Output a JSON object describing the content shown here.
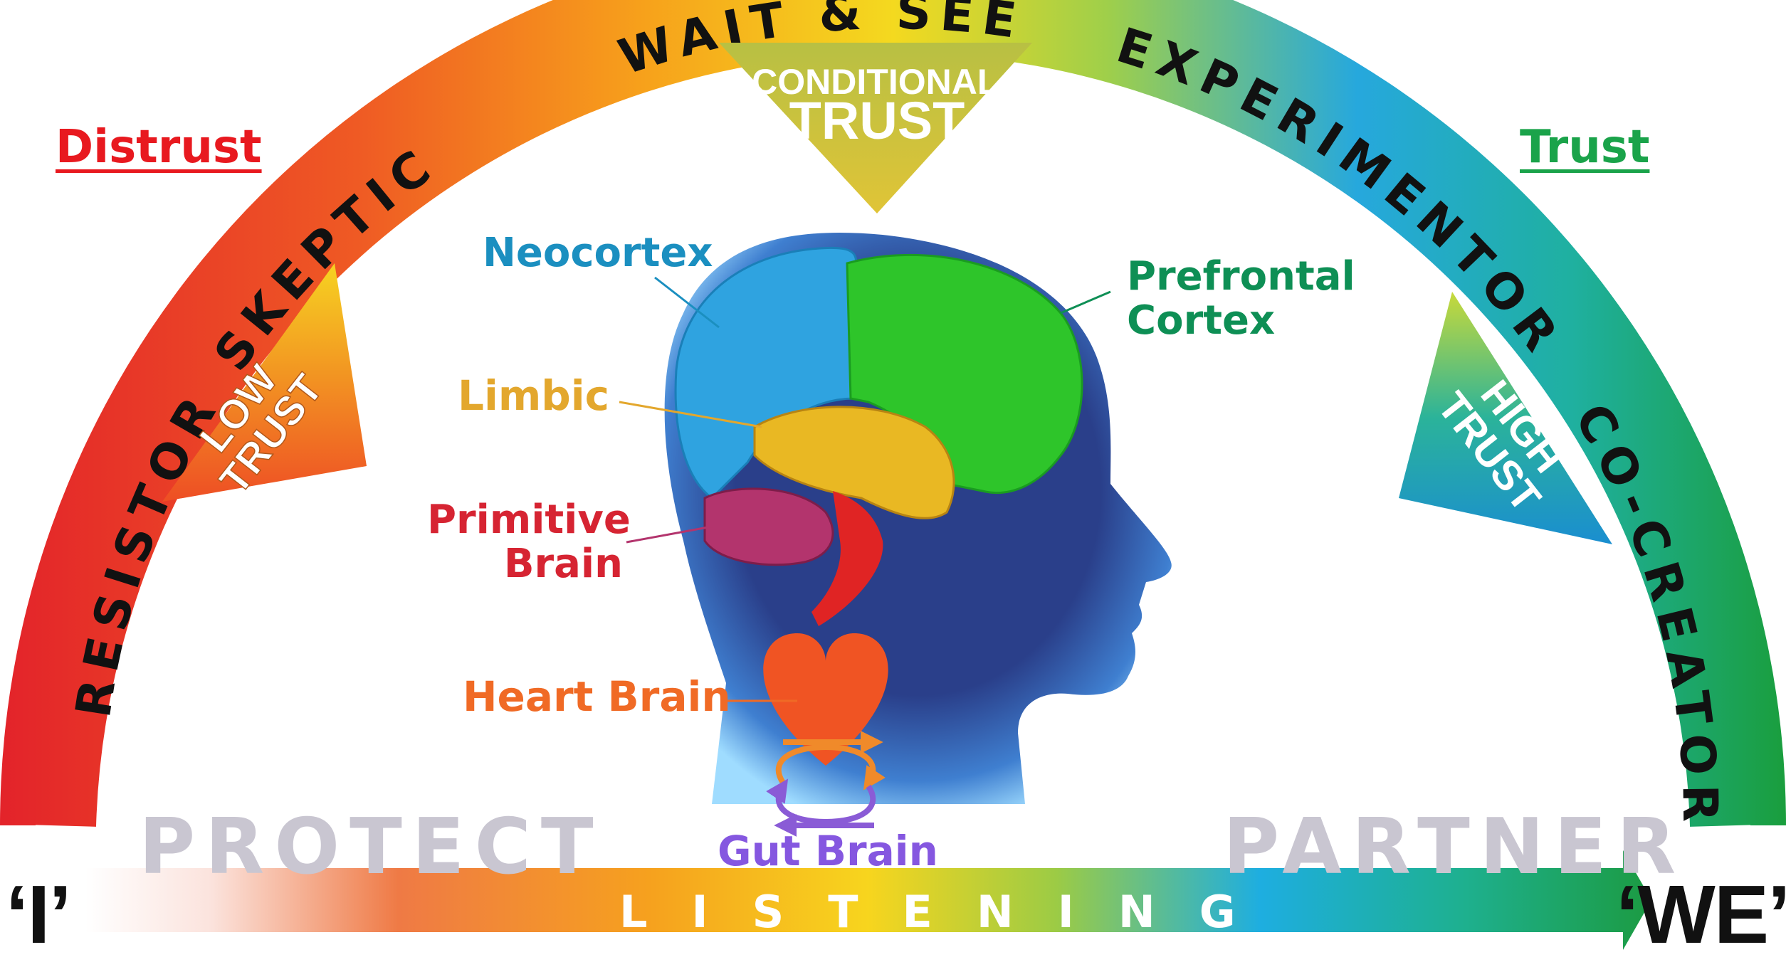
{
  "arc_stages": [
    "RESISTOR",
    "SKEPTIC",
    "WAIT & SEE",
    "EXPERIMENTOR",
    "CO-CREATOR"
  ],
  "trust_levels": {
    "low": [
      "LOW",
      "TRUST"
    ],
    "conditional": [
      "CONDITIONAL",
      "TRUST"
    ],
    "high": [
      "HIGH",
      "TRUST"
    ]
  },
  "corner_labels": {
    "left": "Distrust",
    "right": "Trust"
  },
  "brain_labels": {
    "neocortex": "Neocortex",
    "prefrontal": [
      "Prefrontal",
      "Cortex"
    ],
    "limbic": "Limbic",
    "primitive": [
      "Primitive",
      "Brain"
    ],
    "heart": "Heart Brain",
    "gut": "Gut Brain"
  },
  "modes": {
    "left": "PROTECT",
    "right": "PARTNER"
  },
  "axis": {
    "text": "LISTENING",
    "start": "‘I’",
    "end": "‘WE’"
  },
  "colors": {
    "distrust": "#e8191f",
    "trust": "#1aa34a",
    "neocortex": "#1b8fc0",
    "prefrontal": "#0e8f55",
    "limbic": "#e3a72d",
    "primitive": "#d62432",
    "heart": "#f06a25",
    "gut": "#8557e0"
  },
  "icons": [
    "heart-icon",
    "cycle-arrows-icon",
    "head-silhouette"
  ]
}
